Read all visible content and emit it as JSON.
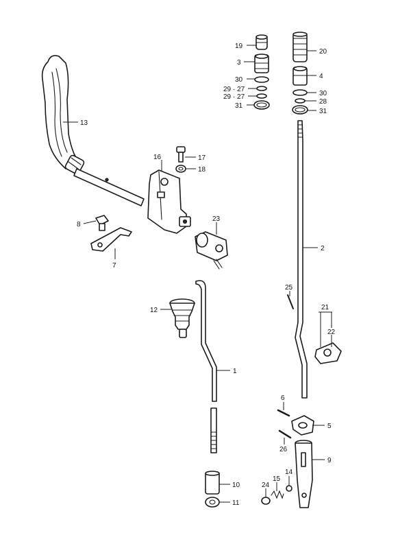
{
  "callouts": [
    {
      "id": "19",
      "label": "19"
    },
    {
      "id": "3",
      "label": "3"
    },
    {
      "id": "30a",
      "label": "30"
    },
    {
      "id": "2927a",
      "label": "29 · 27"
    },
    {
      "id": "2927b",
      "label": "29 · 27"
    },
    {
      "id": "31a",
      "label": "31"
    },
    {
      "id": "20",
      "label": "20"
    },
    {
      "id": "4",
      "label": "4"
    },
    {
      "id": "30b",
      "label": "30"
    },
    {
      "id": "28",
      "label": "28"
    },
    {
      "id": "31b",
      "label": "31"
    },
    {
      "id": "13",
      "label": "13"
    },
    {
      "id": "16",
      "label": "16"
    },
    {
      "id": "17",
      "label": "17"
    },
    {
      "id": "18",
      "label": "18"
    },
    {
      "id": "8",
      "label": "8"
    },
    {
      "id": "7",
      "label": "7"
    },
    {
      "id": "23",
      "label": "23"
    },
    {
      "id": "2",
      "label": "2"
    },
    {
      "id": "25",
      "label": "25"
    },
    {
      "id": "12",
      "label": "12"
    },
    {
      "id": "21",
      "label": "21"
    },
    {
      "id": "22",
      "label": "22"
    },
    {
      "id": "1",
      "label": "1"
    },
    {
      "id": "6",
      "label": "6"
    },
    {
      "id": "5",
      "label": "5"
    },
    {
      "id": "26",
      "label": "26"
    },
    {
      "id": "9",
      "label": "9"
    },
    {
      "id": "14",
      "label": "14"
    },
    {
      "id": "15",
      "label": "15"
    },
    {
      "id": "24",
      "label": "24"
    },
    {
      "id": "10",
      "label": "10"
    },
    {
      "id": "11",
      "label": "11"
    }
  ]
}
